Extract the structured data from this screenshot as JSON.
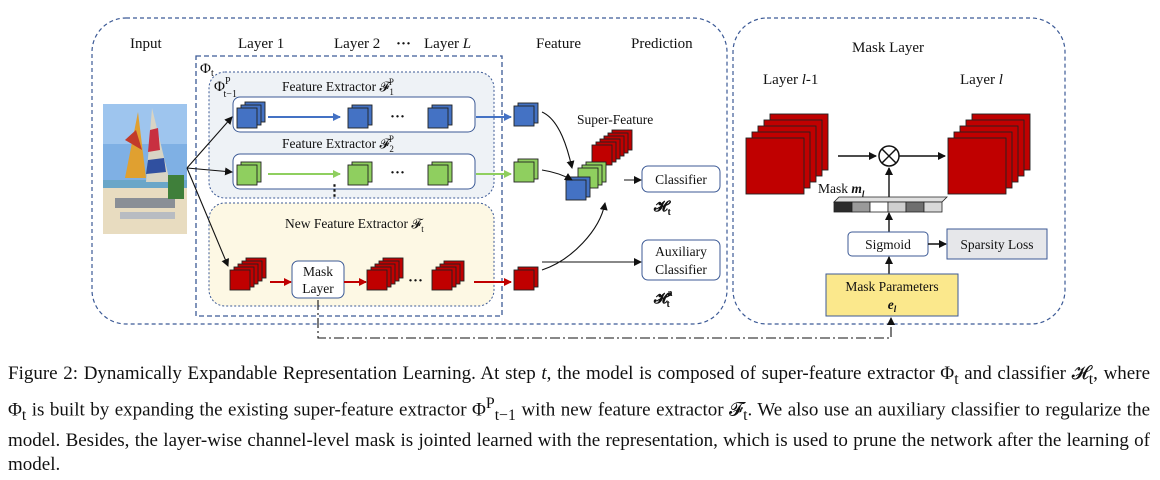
{
  "figure": {
    "headers": {
      "input": "Input",
      "layer1": "Layer 1",
      "layer2": "Layer 2",
      "dots": "···",
      "layerL": "Layer L",
      "feature": "Feature",
      "prediction": "Prediction"
    },
    "phi_t": "Φt",
    "phi_prev": "ΦPt−1",
    "extractor1": "Feature Extractor 𝓕1P",
    "extractor2": "Feature Extractor 𝓕2P",
    "new_extractor": "New Feature Extractor 𝓕t",
    "mask_layer_lines": [
      "Mask",
      "Layer"
    ],
    "super_feature": "Super-Feature",
    "classifier": "Classifier",
    "classifier_symbol": "𝓗t",
    "aux_classifier_lines": [
      "Auxiliary",
      "Classifier"
    ],
    "aux_symbol": "𝓗at",
    "mask_panel": {
      "title": "Mask Layer",
      "layer_prev": "Layer l-1",
      "layer_cur": "Layer l",
      "mask_label": "Mask mₗ",
      "sigmoid": "Sigmoid",
      "sparsity_loss": "Sparsity Loss",
      "mask_params_lines": [
        "Mask Parameters",
        "eₗ"
      ]
    },
    "colors": {
      "blue": "#4472c4",
      "green": "#8fcf5f",
      "red": "#c00000",
      "border_blue": "#3c5a96",
      "panel_prev": "#eef2f6",
      "panel_new": "#fdf8e4",
      "mask_params_fill": "#fbe88c"
    }
  },
  "caption": "Figure 2: Dynamically Expandable Representation Learning. At step t, the model is composed of super-feature extractor Φt and classifier 𝓗t, where Φt is built by expanding the existing super-feature extractor ΦPt−1 with new feature extractor 𝓕t. We also use an auxiliary classifier to regularize the model. Besides, the layer-wise channel-level mask is jointed learned with the representation, which is used to prune the network after the learning of model."
}
